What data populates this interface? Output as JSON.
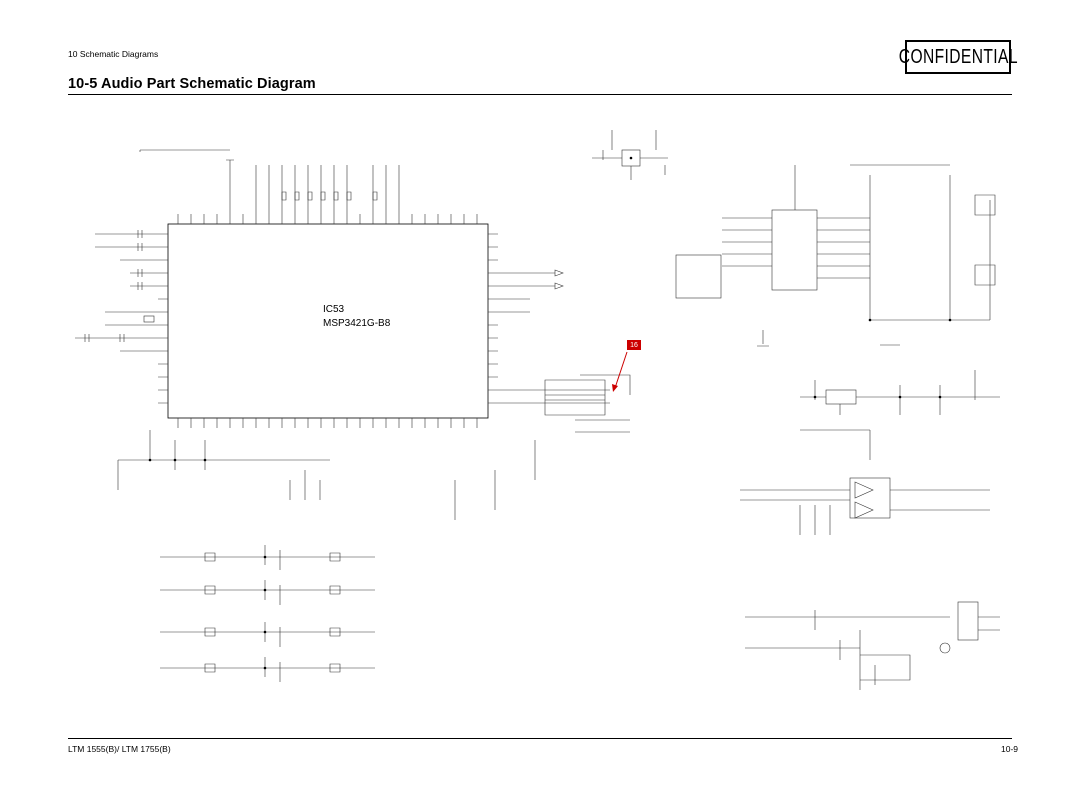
{
  "header": {
    "section_label": "10 Schematic Diagrams",
    "title": "10-5 Audio Part Schematic Diagram",
    "stamp": "CONFIDENTIAL"
  },
  "main_ic": {
    "designator": "IC53",
    "part_number": "MSP3421G-B8"
  },
  "callout": "16",
  "footer": {
    "models": "LTM 1555(B)/ LTM 1755(B)",
    "page": "10-9"
  },
  "colors": {
    "ink": "#000000",
    "wire": "#333333",
    "callout": "#cc0000"
  }
}
